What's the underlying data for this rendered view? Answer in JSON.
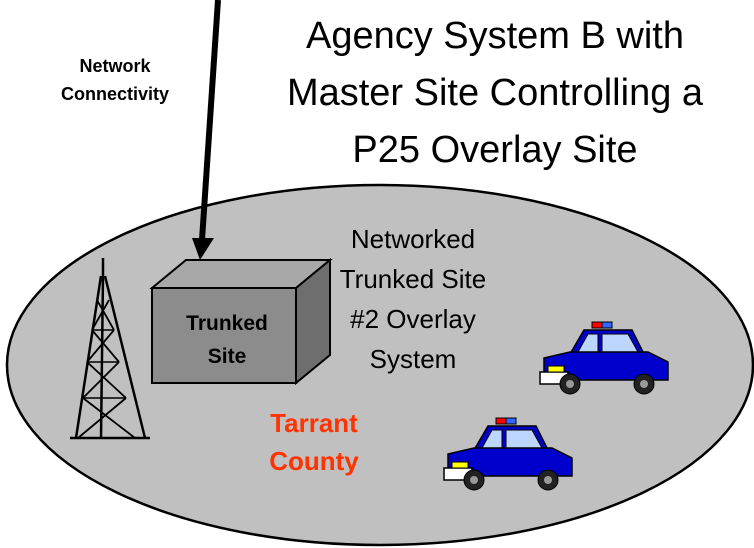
{
  "title": "Agency System B with\nMaster Site Controlling a\nP25 Overlay Site",
  "network_label": "Network\nConnectivity",
  "overlay_text": "Networked\nTrunked Site\n#2 Overlay\nSystem",
  "site_label": "Trunked\nSite",
  "county_label": "Tarrant\nCounty",
  "colors": {
    "region_fill": "#c0c0c0",
    "site_front": "#8c8c8c",
    "site_side": "#6e6e6e",
    "site_top": "#a8a8a8",
    "county_text": "#ff3300",
    "car_body": "#0000cc",
    "light_red": "#ff0000",
    "light_blue": "#3366ff"
  },
  "icons": [
    "radio-tower-icon",
    "police-car-icon",
    "police-car-icon"
  ]
}
